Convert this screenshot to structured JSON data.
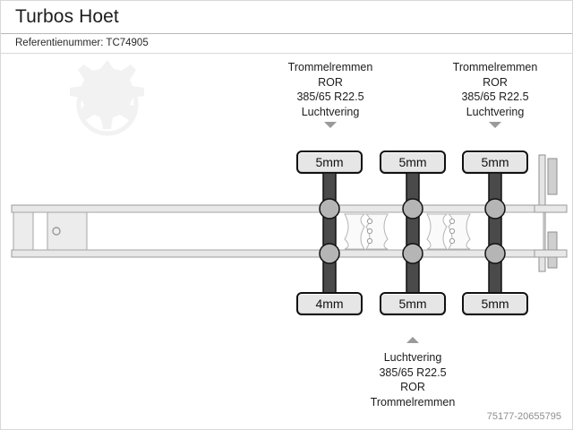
{
  "header": {
    "title": "Turbos Hoet",
    "reference_label": "Referentienummer: TC74905"
  },
  "watermark": {
    "icon": "gear-waveform-watermark"
  },
  "axle_specs": {
    "top": [
      {
        "line1": "Trommelremmen",
        "line2": "ROR",
        "line3": "385/65 R22.5",
        "line4": "Luchtvering",
        "arrow": "arrow-down-icon"
      },
      {
        "line1": "Trommelremmen",
        "line2": "ROR",
        "line3": "385/65 R22.5",
        "line4": "Luchtvering",
        "arrow": "arrow-down-icon"
      }
    ],
    "bottom": [
      {
        "arrow": "arrow-up-icon",
        "line1": "Luchtvering",
        "line2": "385/65 R22.5",
        "line3": "ROR",
        "line4": "Trommelremmen"
      }
    ]
  },
  "measurements": {
    "top_row": [
      "5mm",
      "5mm",
      "5mm"
    ],
    "bottom_row": [
      "4mm",
      "5mm",
      "5mm"
    ]
  },
  "diagram": {
    "name": "semi-trailer-top-view",
    "axle_count": 3,
    "kingpin": "kingpin-circle"
  },
  "footer": {
    "code": "75177-20655795"
  },
  "colors": {
    "text": "#1c1c1c",
    "rule": "#b9b9b9",
    "box_fill": "#e6e6e6",
    "box_border": "#111111",
    "axle_bar": "#4a4a4a",
    "hub": "#b5b5b5",
    "chassis_fill": "#efefef",
    "chassis_stroke": "#9a9a9a",
    "arrow": "#9a9a9a",
    "code": "#8d8d8d"
  }
}
